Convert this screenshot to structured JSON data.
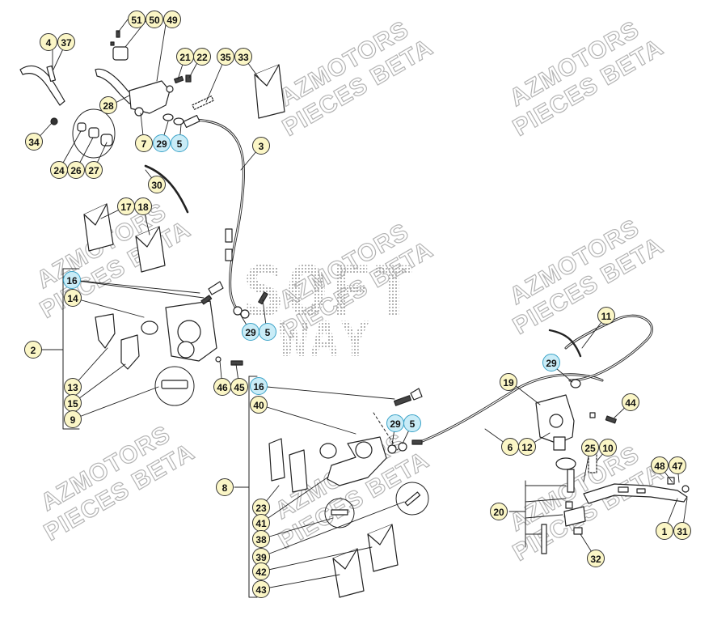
{
  "watermark": {
    "line1": "AZMOTORS",
    "line2": "PIECES BETA",
    "dotted_logo_line1": "SOFT",
    "dotted_logo_line2": "WAY"
  },
  "colors": {
    "callout_fill": "#fbf6c6",
    "callout_highlight_fill": "#c9ecf7",
    "callout_highlight_border": "#3aa2c7",
    "line_art": "#222222"
  },
  "callouts": [
    {
      "id": "c51",
      "label": "51",
      "highlight": false
    },
    {
      "id": "c50",
      "label": "50",
      "highlight": false
    },
    {
      "id": "c49",
      "label": "49",
      "highlight": false
    },
    {
      "id": "c4",
      "label": "4",
      "highlight": false
    },
    {
      "id": "c37",
      "label": "37",
      "highlight": false
    },
    {
      "id": "c21",
      "label": "21",
      "highlight": false
    },
    {
      "id": "c22",
      "label": "22",
      "highlight": false
    },
    {
      "id": "c35",
      "label": "35",
      "highlight": false
    },
    {
      "id": "c33",
      "label": "33",
      "highlight": false
    },
    {
      "id": "c28",
      "label": "28",
      "highlight": false
    },
    {
      "id": "c34",
      "label": "34",
      "highlight": false
    },
    {
      "id": "c7",
      "label": "7",
      "highlight": false
    },
    {
      "id": "c29a",
      "label": "29",
      "highlight": true
    },
    {
      "id": "c5a",
      "label": "5",
      "highlight": true
    },
    {
      "id": "c3",
      "label": "3",
      "highlight": false
    },
    {
      "id": "c24",
      "label": "24",
      "highlight": false
    },
    {
      "id": "c26",
      "label": "26",
      "highlight": false
    },
    {
      "id": "c27",
      "label": "27",
      "highlight": false
    },
    {
      "id": "c30",
      "label": "30",
      "highlight": false
    },
    {
      "id": "c17",
      "label": "17",
      "highlight": false
    },
    {
      "id": "c18",
      "label": "18",
      "highlight": false
    },
    {
      "id": "c16a",
      "label": "16",
      "highlight": true
    },
    {
      "id": "c14",
      "label": "14",
      "highlight": false
    },
    {
      "id": "c2",
      "label": "2",
      "highlight": false
    },
    {
      "id": "c13",
      "label": "13",
      "highlight": false
    },
    {
      "id": "c15",
      "label": "15",
      "highlight": false
    },
    {
      "id": "c9",
      "label": "9",
      "highlight": false
    },
    {
      "id": "c29b",
      "label": "29",
      "highlight": true
    },
    {
      "id": "c5b",
      "label": "5",
      "highlight": true
    },
    {
      "id": "c46",
      "label": "46",
      "highlight": false
    },
    {
      "id": "c45",
      "label": "45",
      "highlight": false
    },
    {
      "id": "c11",
      "label": "11",
      "highlight": false
    },
    {
      "id": "c29c",
      "label": "29",
      "highlight": true
    },
    {
      "id": "c19",
      "label": "19",
      "highlight": false
    },
    {
      "id": "c44",
      "label": "44",
      "highlight": false
    },
    {
      "id": "c16b",
      "label": "16",
      "highlight": true
    },
    {
      "id": "c40",
      "label": "40",
      "highlight": false
    },
    {
      "id": "c29d",
      "label": "29",
      "highlight": true
    },
    {
      "id": "c5c",
      "label": "5",
      "highlight": true
    },
    {
      "id": "c6",
      "label": "6",
      "highlight": false
    },
    {
      "id": "c12",
      "label": "12",
      "highlight": false
    },
    {
      "id": "c25",
      "label": "25",
      "highlight": false
    },
    {
      "id": "c10",
      "label": "10",
      "highlight": false
    },
    {
      "id": "c48",
      "label": "48",
      "highlight": false
    },
    {
      "id": "c47",
      "label": "47",
      "highlight": false
    },
    {
      "id": "c8",
      "label": "8",
      "highlight": false
    },
    {
      "id": "c23",
      "label": "23",
      "highlight": false
    },
    {
      "id": "c41",
      "label": "41",
      "highlight": false
    },
    {
      "id": "c38",
      "label": "38",
      "highlight": false
    },
    {
      "id": "c39",
      "label": "39",
      "highlight": false
    },
    {
      "id": "c42",
      "label": "42",
      "highlight": false
    },
    {
      "id": "c43",
      "label": "43",
      "highlight": false
    },
    {
      "id": "c20",
      "label": "20",
      "highlight": false
    },
    {
      "id": "c1",
      "label": "1",
      "highlight": false
    },
    {
      "id": "c31",
      "label": "31",
      "highlight": false
    },
    {
      "id": "c32",
      "label": "32",
      "highlight": false
    }
  ]
}
